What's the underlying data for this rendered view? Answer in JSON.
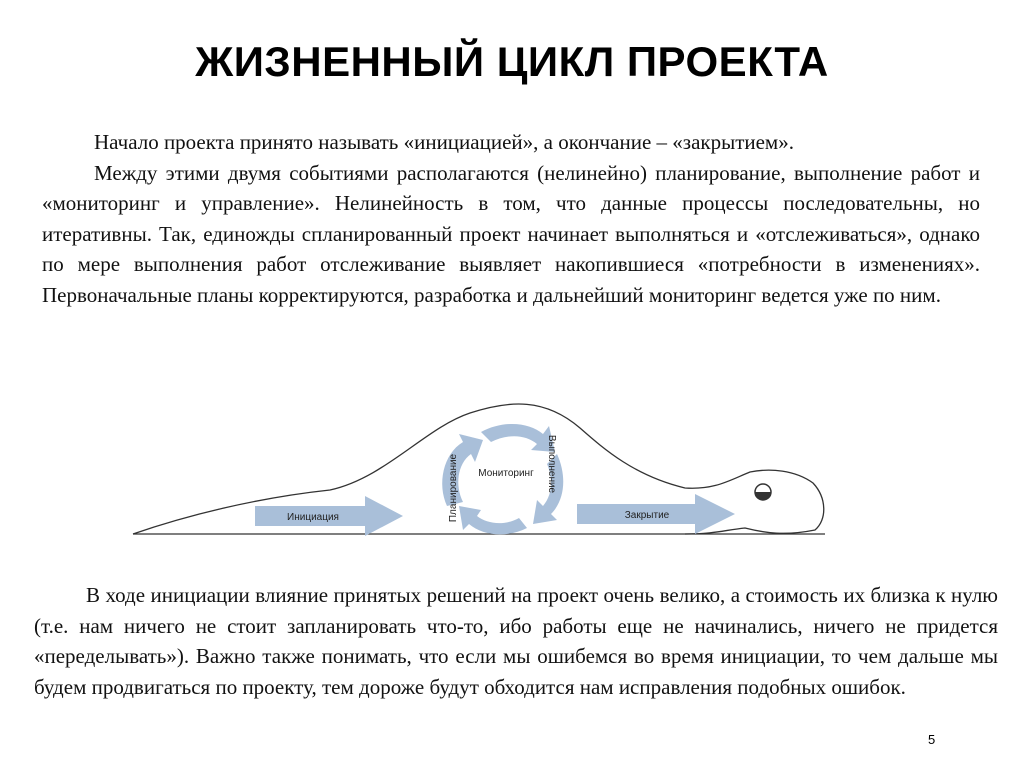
{
  "slide": {
    "title": "ЖИЗНЕННЫЙ ЦИКЛ ПРОЕКТА",
    "paragraph1_line1": "Начало проекта принято называть «инициацией», а окончание – «закрытием».",
    "paragraph1_rest": "Между этими двумя событиями располагаются (нелинейно) планирование, выполнение работ и «мониторинг и управление». Нелинейность в том, что данные процессы последовательны, но итеративны. Так, единожды спланированный проект начинает выполняться и «отслеживаться», однако по мере выполнения работ отслеживание выявляет накопившиеся «потребности в изменениях». Первоначальные планы корректируются, разработка и дальнейший мониторинг ведется уже по ним.",
    "paragraph2": "В ходе инициации влияние принятых решений на проект очень велико, а стоимость их близка к нулю (т.е. нам ничего не стоит запланировать что-то, ибо работы еще не начинались, ничего не придется «переделывать»). Важно также понимать, что если мы ошибемся во время инициации, то чем дальше мы будем продвигаться по проекту, тем дороже будут обходится нам исправления подобных ошибок.",
    "page_number": "5"
  },
  "diagram": {
    "labels": {
      "initiation": "Инициация",
      "planning": "Планирование",
      "monitoring": "Мониторинг",
      "execution": "Выполнение",
      "closing": "Закрытие"
    },
    "arrow_color": "#a9bfd9",
    "outline_color": "#333333"
  }
}
